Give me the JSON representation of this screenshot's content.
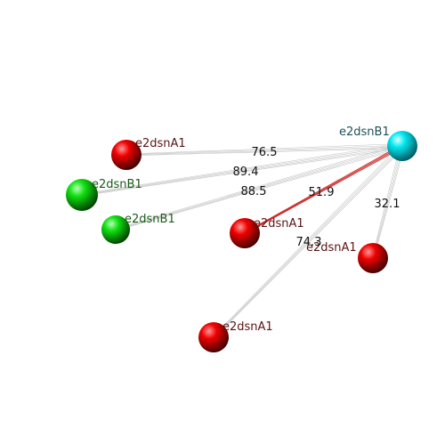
{
  "colors": {
    "red_atom": "#e00000",
    "green_atom": "#00d400",
    "cyan_atom": "#00e5ee",
    "red_label": "#5a1414",
    "green_label": "#1a5a1a",
    "cyan_label": "#1f4f5a",
    "bond_default": "#b8b8b8",
    "bond_highlight": "#c81818"
  },
  "center": {
    "label": "e2dsnB1",
    "kind": "cyan"
  },
  "neighbors": [
    {
      "label": "e2dsnA1",
      "kind": "red",
      "distance": "76.5",
      "highlight": false
    },
    {
      "label": "e2dsnB1",
      "kind": "green",
      "distance": "89.4",
      "highlight": false
    },
    {
      "label": "e2dsnB1",
      "kind": "green",
      "distance": "88.5",
      "highlight": false
    },
    {
      "label": "e2dsnA1",
      "kind": "red",
      "distance": "51.9",
      "highlight": true
    },
    {
      "label": "e2dsnA1",
      "kind": "red",
      "distance": "32.1",
      "highlight": false
    },
    {
      "label": "e2dsnA1",
      "kind": "red",
      "distance": "74.3",
      "highlight": false
    }
  ]
}
